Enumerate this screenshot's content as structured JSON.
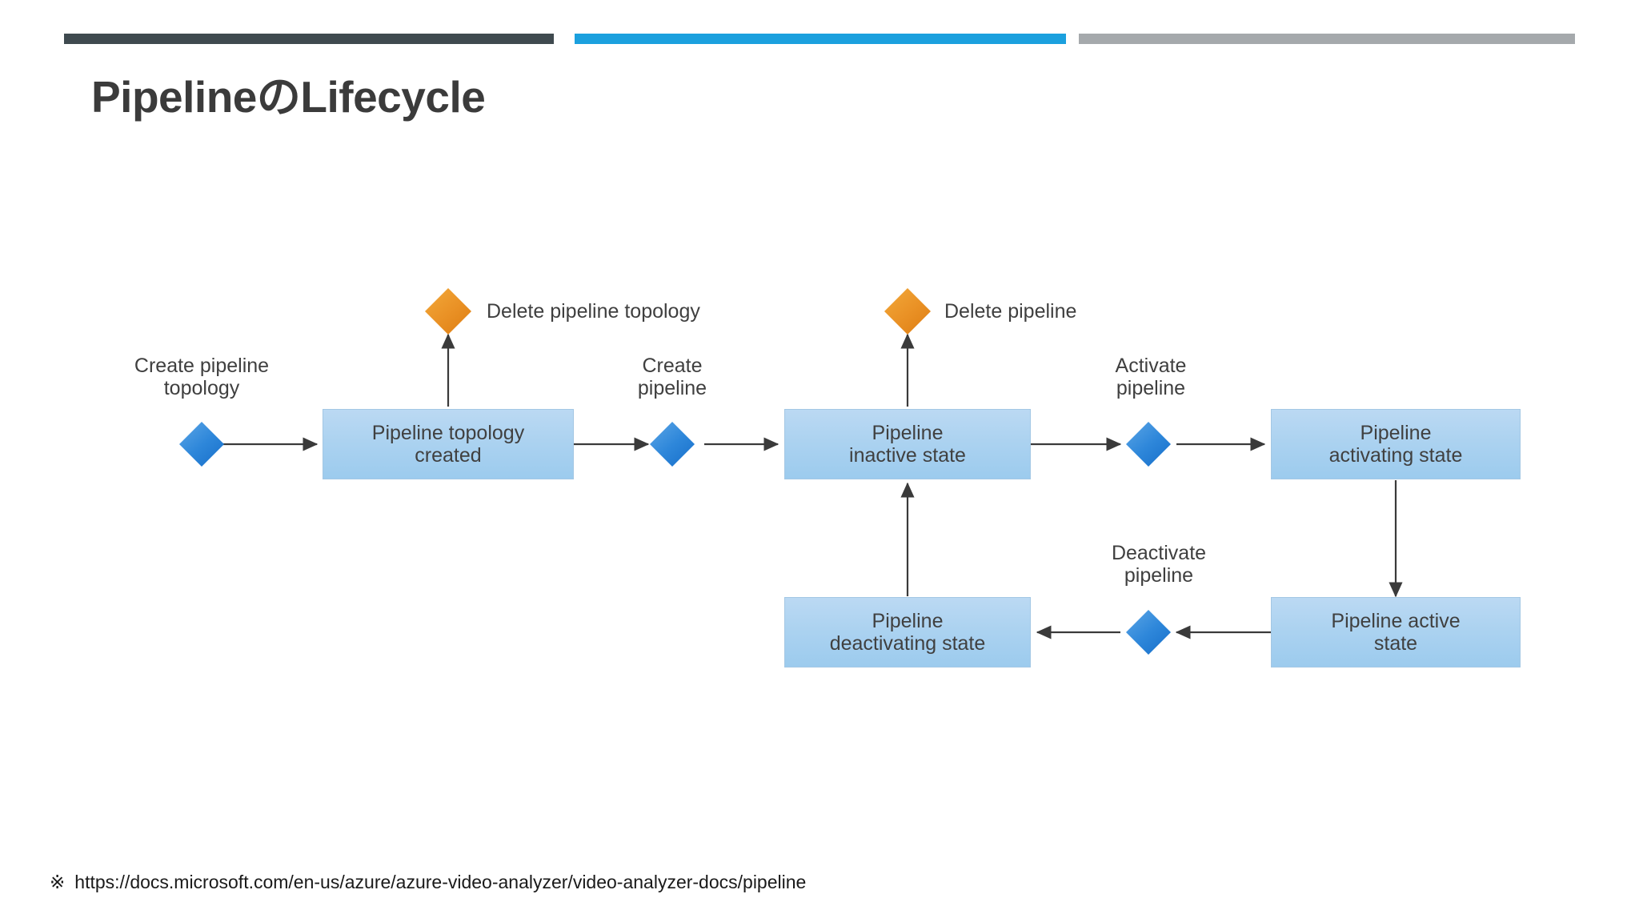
{
  "slide": {
    "title": "Pipelineの Lifecycle",
    "title_text": "PipelineのLifecycle",
    "accent_bars": [
      {
        "name": "dark",
        "color": "#3F4A4F"
      },
      {
        "name": "blue",
        "color": "#1BA0DE"
      },
      {
        "name": "gray",
        "color": "#A5A9AC"
      }
    ],
    "footnote_mark": "※",
    "footnote_url": "https://docs.microsoft.com/en-us/azure/azure-video-analyzer/video-analyzer-docs/pipeline"
  },
  "diagram": {
    "type": "state-lifecycle-flowchart",
    "colors": {
      "node_fill_top": "#BBD9F3",
      "node_fill_bottom": "#9CCBEE",
      "node_border": "#A3C7E4",
      "node_text": "#404040",
      "action_diamond_blue_light": "#4E9BE0",
      "action_diamond_blue_dark": "#1E7BD6",
      "action_diamond_orange_light": "#F0A32E",
      "action_diamond_orange_dark": "#E2871A",
      "connector": "#3A3A3A",
      "label_text": "#3F3F3F"
    },
    "nodes": [
      {
        "id": "topology-created",
        "label": "Pipeline topology\ncreated",
        "line1": "Pipeline topology",
        "line2": "created"
      },
      {
        "id": "inactive",
        "label": "Pipeline\ninactive state",
        "line1": "Pipeline",
        "line2": "inactive state"
      },
      {
        "id": "activating",
        "label": "Pipeline\nactivating state",
        "line1": "Pipeline",
        "line2": "activating state"
      },
      {
        "id": "active",
        "label": "Pipeline active\nstate",
        "line1": "Pipeline active",
        "line2": "state"
      },
      {
        "id": "deactivating",
        "label": "Pipeline\ndeactivating state",
        "line1": "Pipeline",
        "line2": "deactivating state"
      }
    ],
    "action_labels": [
      {
        "id": "create-pipeline-topology",
        "text": "Create pipeline\ntopology",
        "kind": "blue"
      },
      {
        "id": "delete-pipeline-topology",
        "text": "Delete pipeline topology",
        "kind": "orange"
      },
      {
        "id": "create-pipeline",
        "text": "Create\npipeline",
        "kind": "blue"
      },
      {
        "id": "delete-pipeline",
        "text": "Delete pipeline",
        "kind": "orange"
      },
      {
        "id": "activate-pipeline",
        "text": "Activate\npipeline",
        "kind": "blue"
      },
      {
        "id": "deactivate-pipeline",
        "text": "Deactivate\npipeline",
        "kind": "blue"
      }
    ]
  }
}
